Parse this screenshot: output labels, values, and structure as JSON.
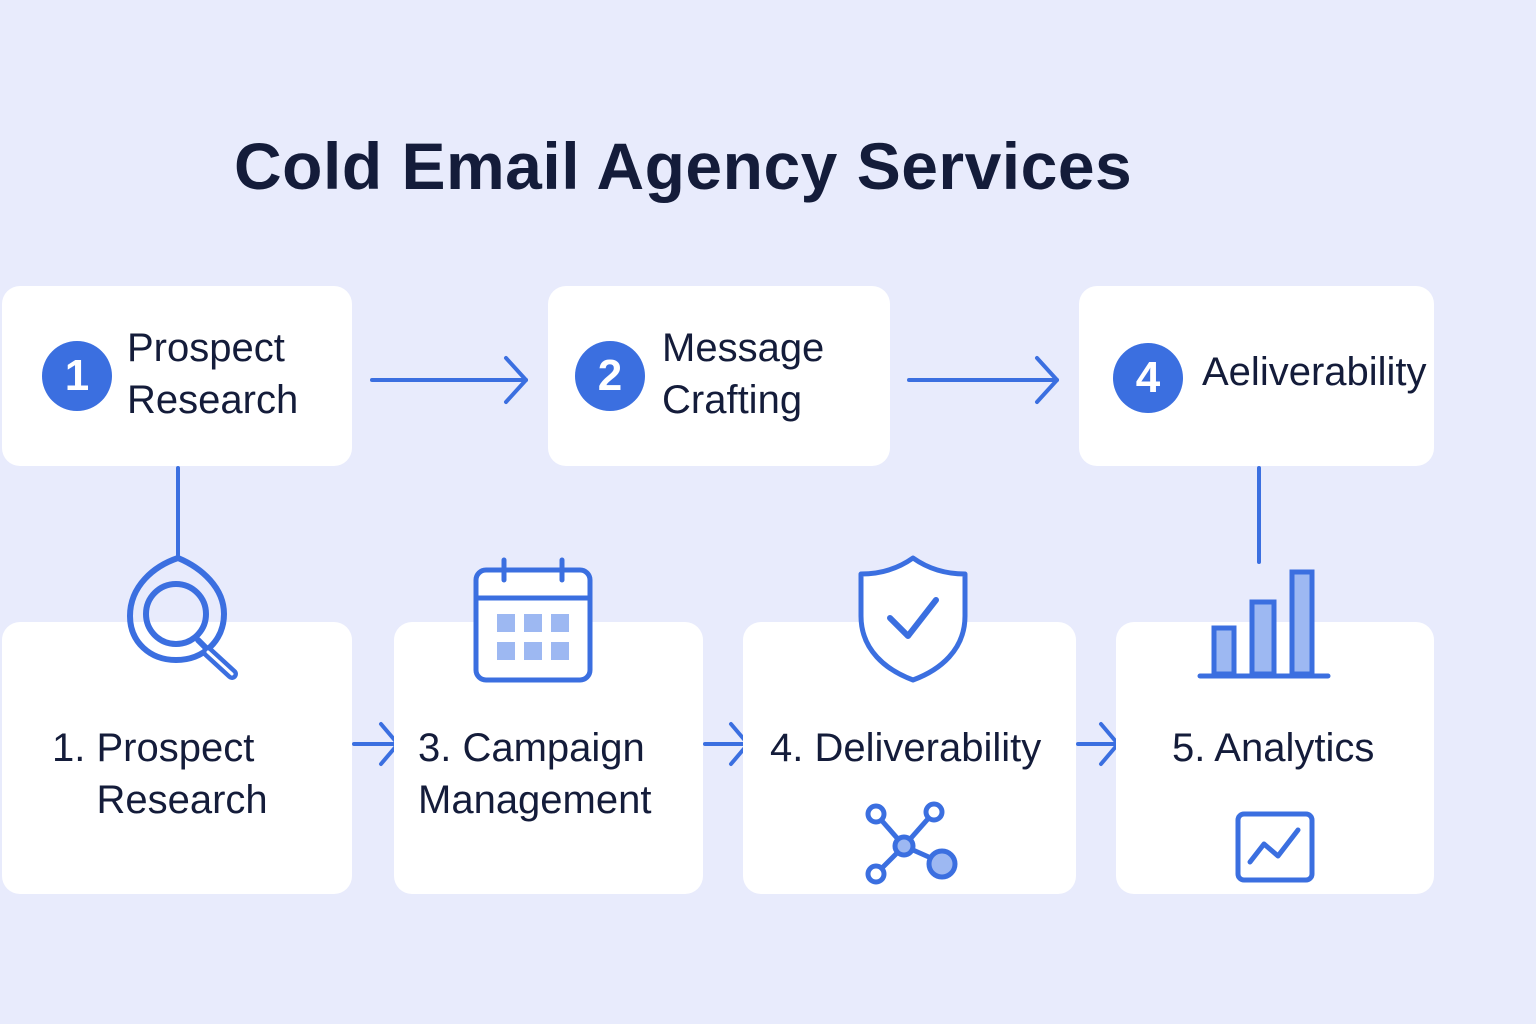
{
  "title": "Cold Email Agency Services",
  "colors": {
    "background": "#e8ebfc",
    "accent": "#3b6fe0",
    "card": "#ffffff",
    "text": "#141c3a"
  },
  "top_steps": [
    {
      "number": "1",
      "label": "Prospect\nResearch"
    },
    {
      "number": "2",
      "label": "Message\nCrafting"
    },
    {
      "number": "4",
      "label": "Aeliverability"
    }
  ],
  "bottom_steps": [
    {
      "label": "1. Prospect\n    Research",
      "icon": "magnifier-icon"
    },
    {
      "label": "3. Campaign\nManagement",
      "icon": "calendar-icon"
    },
    {
      "label": "4. Deliverability",
      "icon": "shield-check-icon",
      "icon2": "network-nodes-icon"
    },
    {
      "label": "5. Analytics",
      "icon": "bar-chart-icon",
      "icon2": "trend-chart-icon"
    }
  ]
}
